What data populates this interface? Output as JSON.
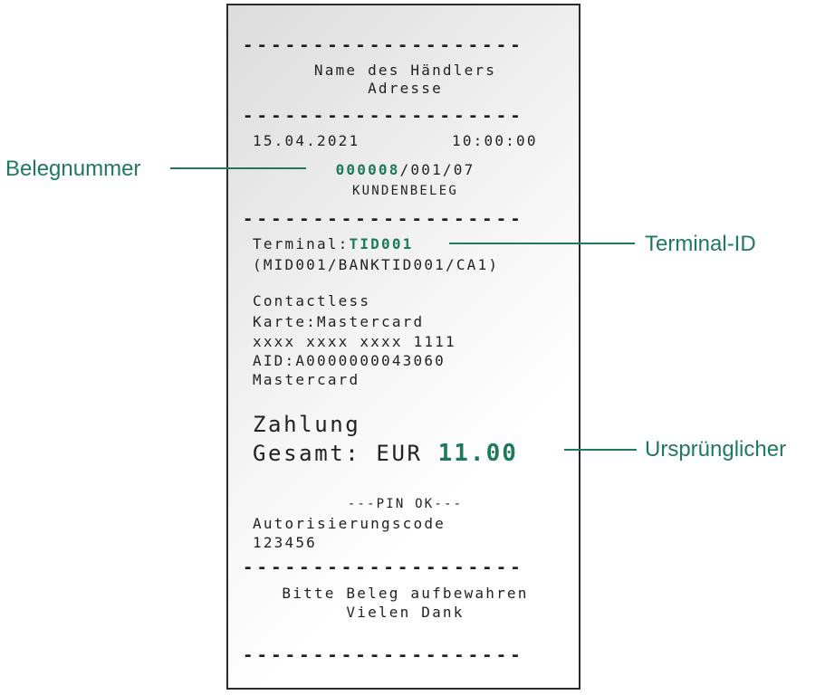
{
  "colors": {
    "accent": "#1f7a5a",
    "border": "#2b2b2b"
  },
  "receipt": {
    "separator": "--------------------",
    "merchant_name": "Name des Händlers",
    "merchant_address": "Adresse",
    "date": "15.04.2021",
    "time": "10:00:00",
    "receipt_number_highlight": "000008",
    "receipt_number_rest": "/001/07",
    "receipt_type": "KUNDENBELEG",
    "terminal_label": "Terminal:",
    "terminal_id": "TID001",
    "ids_line": "(MID001/BANKTID001/CA1)",
    "payment_method": "Contactless",
    "card_line": "Karte:Mastercard",
    "card_number": "xxxx xxxx xxxx 1111",
    "aid_line": "AID:A0000000043060",
    "card_brand": "Mastercard",
    "transaction_type": "Zahlung",
    "total_label": "Gesamt: EUR",
    "total_amount": "11.00",
    "pin_status": "---PIN OK---",
    "auth_label": "Autorisierungscode",
    "auth_code": "123456",
    "footer_line1": "Bitte Beleg aufbewahren",
    "footer_line2": "Vielen Dank"
  },
  "annotations": {
    "receipt_number": "Belegnummer",
    "terminal_id": "Terminal-ID",
    "original_amount": "Ursprünglicher"
  }
}
